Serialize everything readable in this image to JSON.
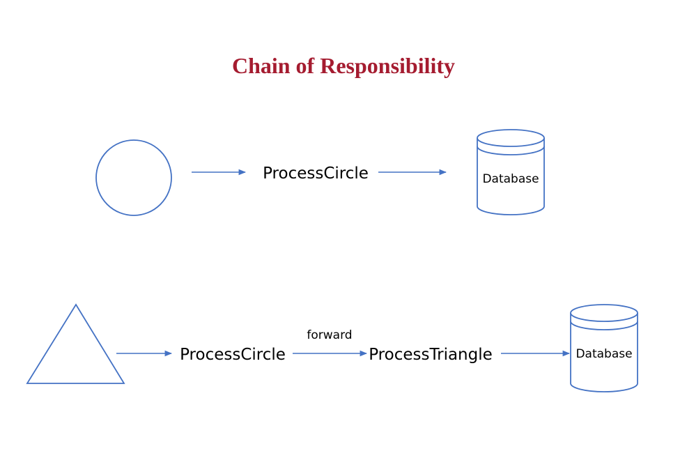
{
  "title": "Chain of Responsibility",
  "colors": {
    "title": "#A51C30",
    "stroke": "#4472C4",
    "text": "#000000"
  },
  "row1": {
    "input_shape": "circle",
    "handler": "ProcessCircle",
    "store": "Database"
  },
  "row2": {
    "input_shape": "triangle",
    "handler1": "ProcessCircle",
    "forward_label": "forward",
    "handler2": "ProcessTriangle",
    "store": "Database"
  }
}
